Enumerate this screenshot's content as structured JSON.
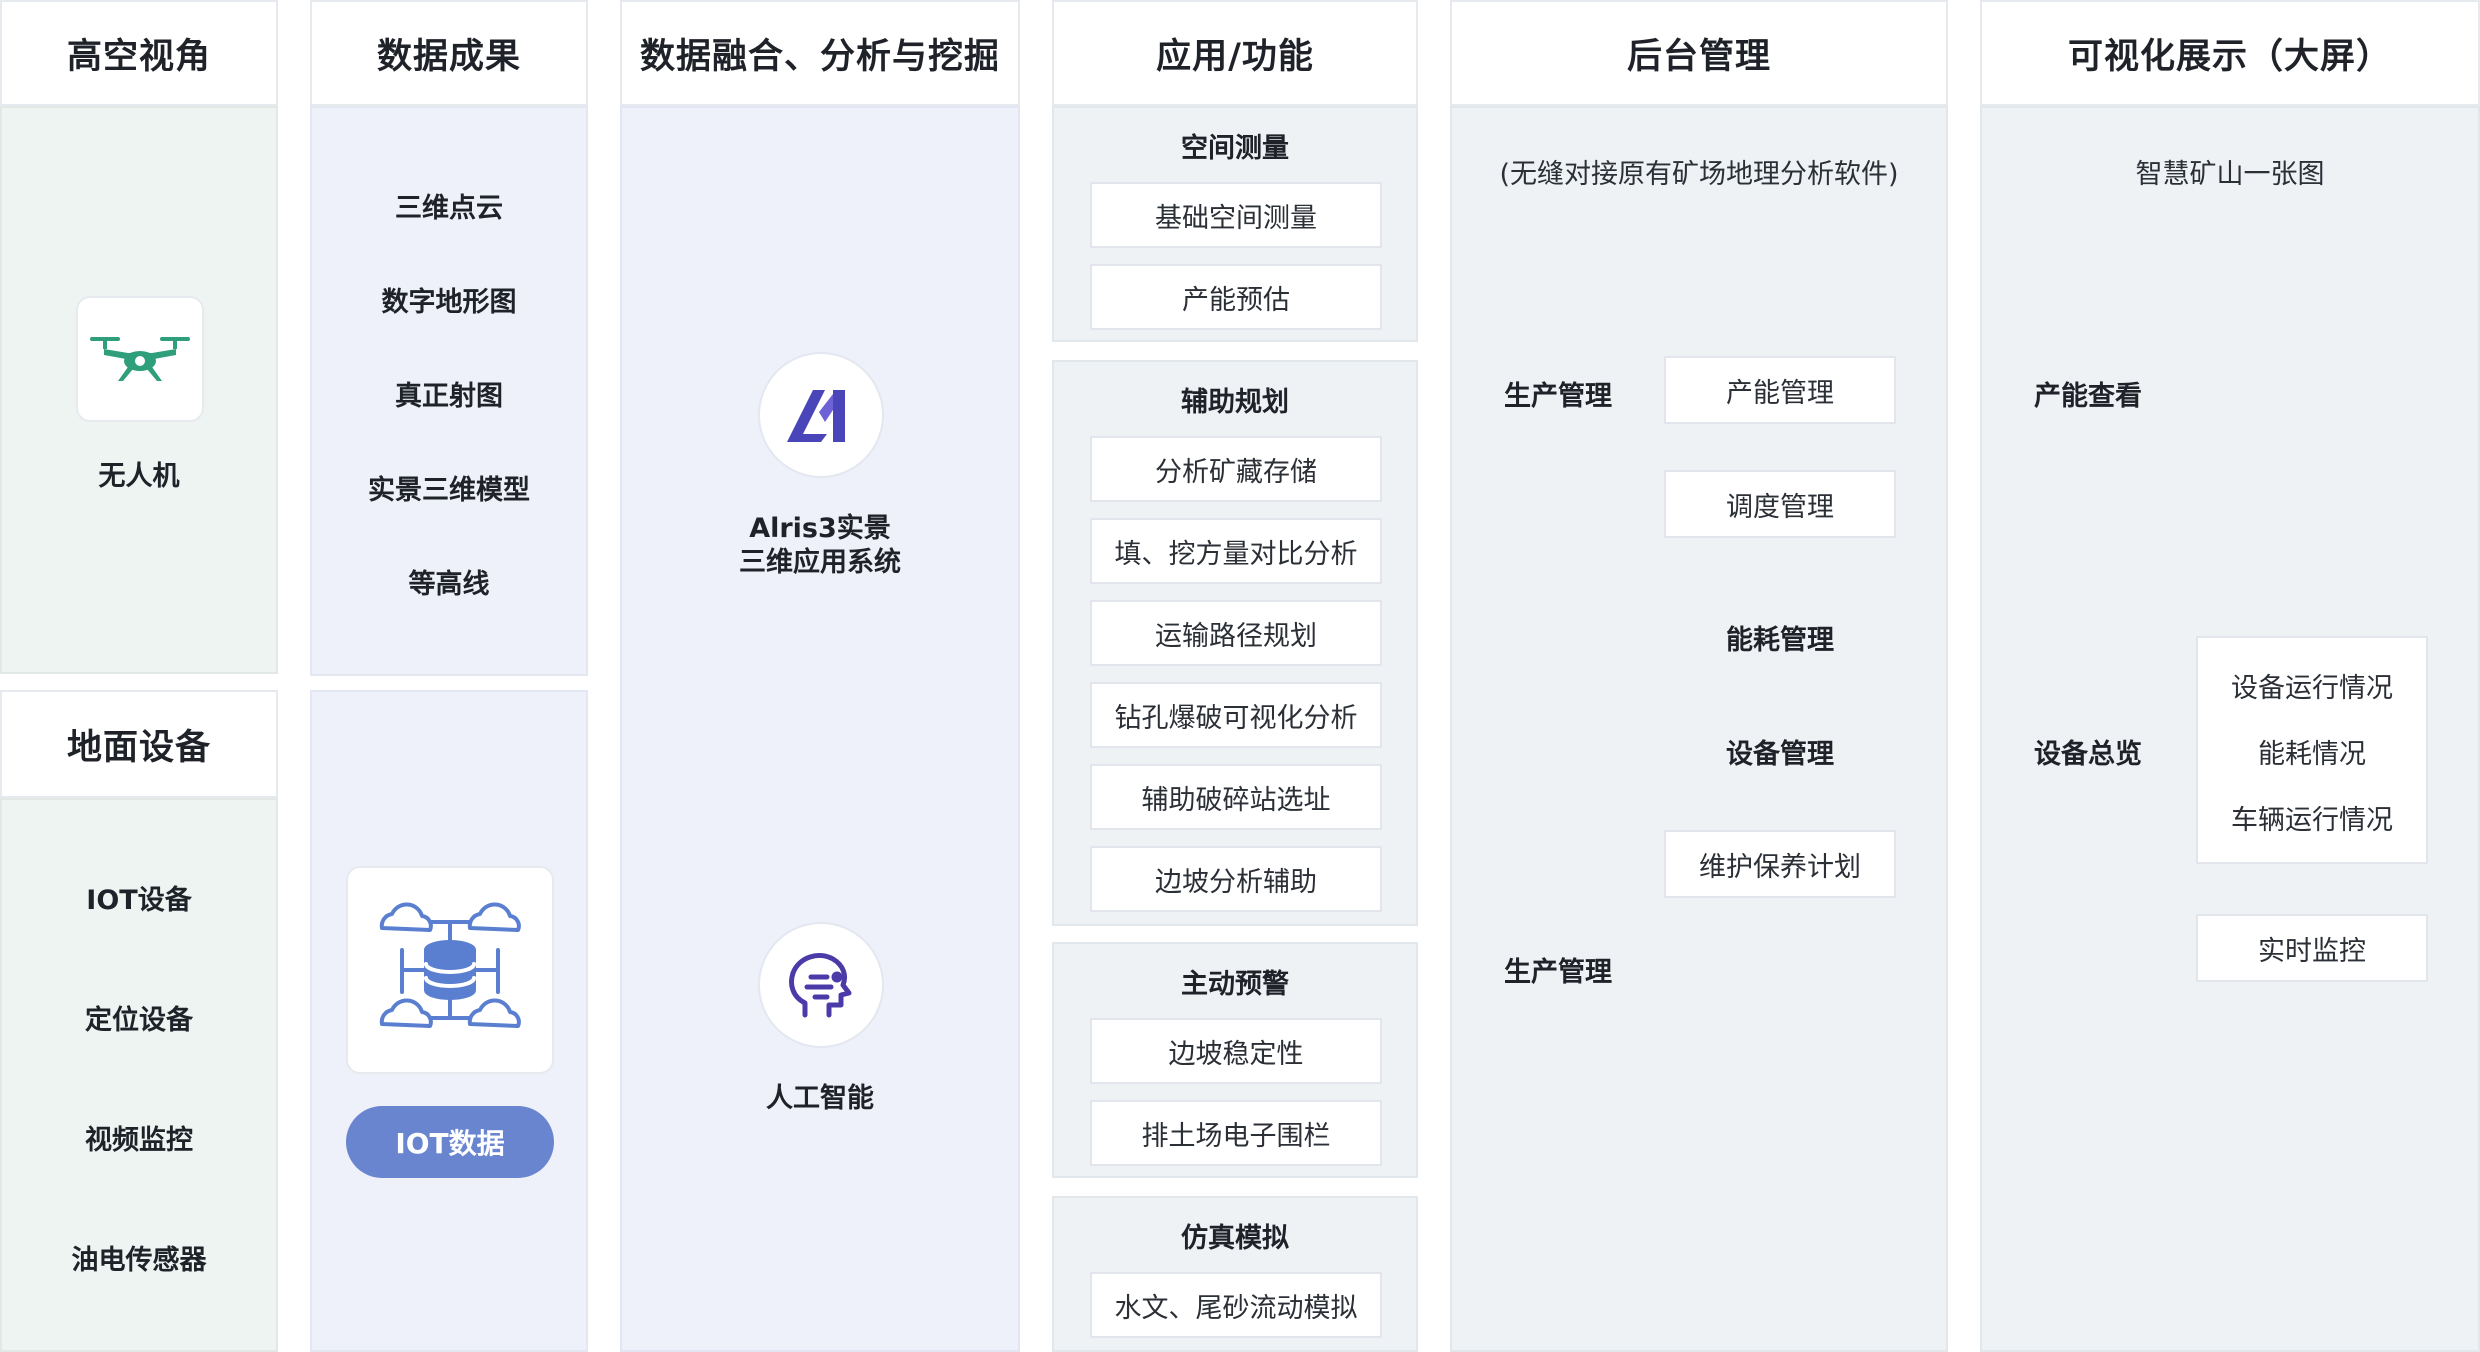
{
  "columns": {
    "aerial": {
      "title": "高空视角",
      "drone_label": "无人机",
      "drone_icon": "drone-icon"
    },
    "ground": {
      "title": "地面设备",
      "items": [
        "IOT设备",
        "定位设备",
        "视频监控",
        "油电传感器"
      ]
    },
    "results": {
      "title": "数据成果",
      "items": [
        "三维点云",
        "数字地形图",
        "真正射图",
        "实景三维模型",
        "等高线"
      ],
      "iot_icon": "cloud-database-icon",
      "iot_button": "IOT数据"
    },
    "fusion": {
      "title": "数据融合、分析与挖掘",
      "alris_line1": "Alris3实景",
      "alris_line2": "三维应用系统",
      "alris_icon": "alris-logo-icon",
      "ai_label": "人工智能",
      "ai_icon": "ai-head-icon"
    },
    "apps": {
      "title": "应用/功能",
      "groups": [
        {
          "label": "空间测量",
          "items": [
            "基础空间测量",
            "产能预估"
          ]
        },
        {
          "label": "辅助规划",
          "items": [
            "分析矿藏存储",
            "填、挖方量对比分析",
            "运输路径规划",
            "钻孔爆破可视化分析",
            "辅助破碎站选址",
            "边坡分析辅助"
          ]
        },
        {
          "label": "主动预警",
          "items": [
            "边坡稳定性",
            "排土场电子围栏"
          ]
        },
        {
          "label": "仿真模拟",
          "items": [
            "水文、尾砂流动模拟"
          ]
        }
      ]
    },
    "backend": {
      "title": "后台管理",
      "note": "(无缝对接原有矿场地理分析软件)",
      "left_labels": [
        "生产管理",
        "生产管理"
      ],
      "boxes": [
        "产能管理",
        "调度管理",
        "维护保养计划"
      ],
      "bold_labels": [
        "能耗管理",
        "设备管理"
      ]
    },
    "visual": {
      "title": "可视化展示（大屏）",
      "subtitle": "智慧矿山一张图",
      "left_labels": [
        "产能查看",
        "设备总览"
      ],
      "group_items": [
        "设备运行情况",
        "能耗情况",
        "车辆运行情况"
      ],
      "monitor": "实时监控"
    }
  },
  "colors": {
    "drone": "#2f9e7a",
    "alris": "#4a45b8",
    "ai": "#4b3ba8",
    "cloud_db": "#5a7fd0",
    "pill": "#6a85cf"
  }
}
